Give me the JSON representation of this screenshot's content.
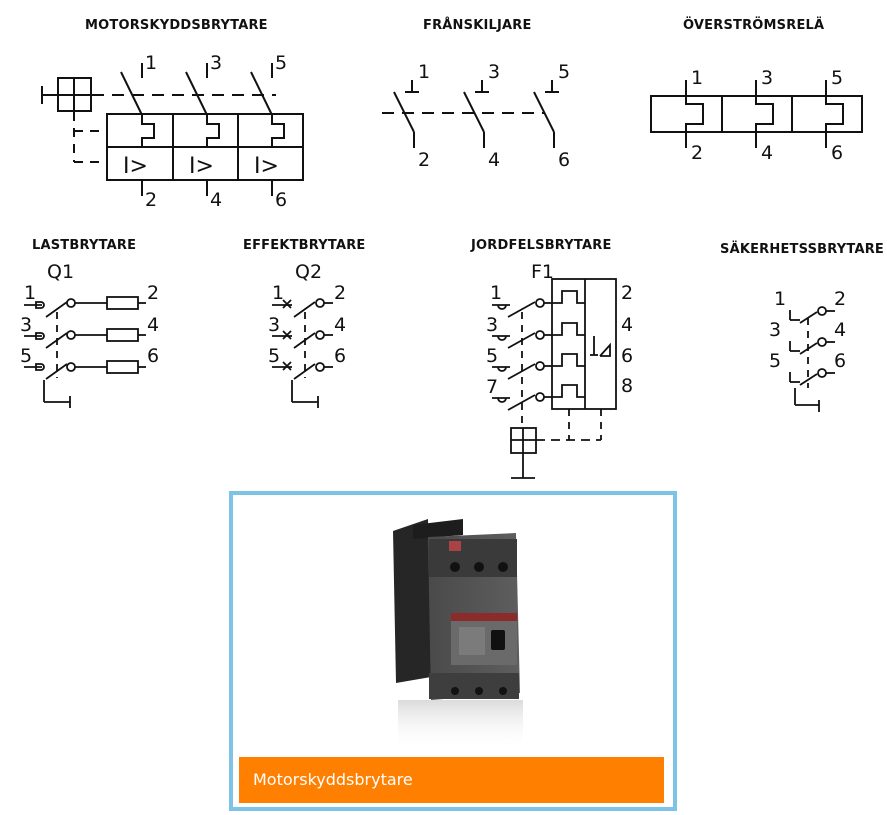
{
  "titles": {
    "motorskydd": "MOTORSKYDDSBRYTARE",
    "franskiljare": "FRÅNSKILJARE",
    "overstrom": "ÖVERSTRÖMSRELÄ",
    "lastbrytare": "LASTBRYTARE",
    "effektbrytare": "EFFEKTBRYTARE",
    "jordfels": "JORDFELSBRYTARE",
    "sakerhet": "SÄKERHETSSBRYTARE"
  },
  "designations": {
    "q1": "Q1",
    "q2": "Q2",
    "f1": "F1"
  },
  "terminals": {
    "t1": "1",
    "t2": "2",
    "t3": "3",
    "t4": "4",
    "t5": "5",
    "t6": "6",
    "t7": "7",
    "t8": "8"
  },
  "trip_label": "I>",
  "product_card": {
    "caption": "Motorskyddsbrytare"
  },
  "colors": {
    "card_border": "#7cc3e6",
    "caption_bg": "#ff7f00",
    "caption_text": "#ffffff"
  }
}
